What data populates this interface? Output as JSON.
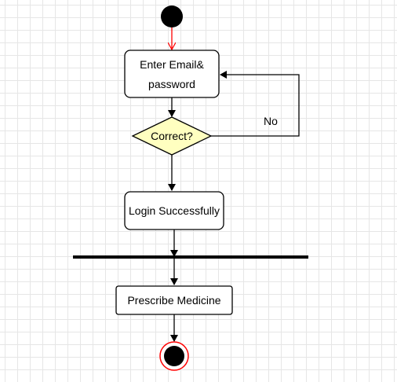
{
  "diagram": {
    "nodes": {
      "enter_line1": "Enter Email&",
      "enter_line2": "password",
      "decision": "Correct?",
      "login": "Login Successfully",
      "prescribe": "Prescribe Medicine"
    },
    "edges": {
      "no_label": "No"
    }
  },
  "colors": {
    "start_node": "#000000",
    "start_arrow": "#ff0000",
    "decision_fill": "#ffffc0",
    "end_ring": "#ff0000"
  }
}
